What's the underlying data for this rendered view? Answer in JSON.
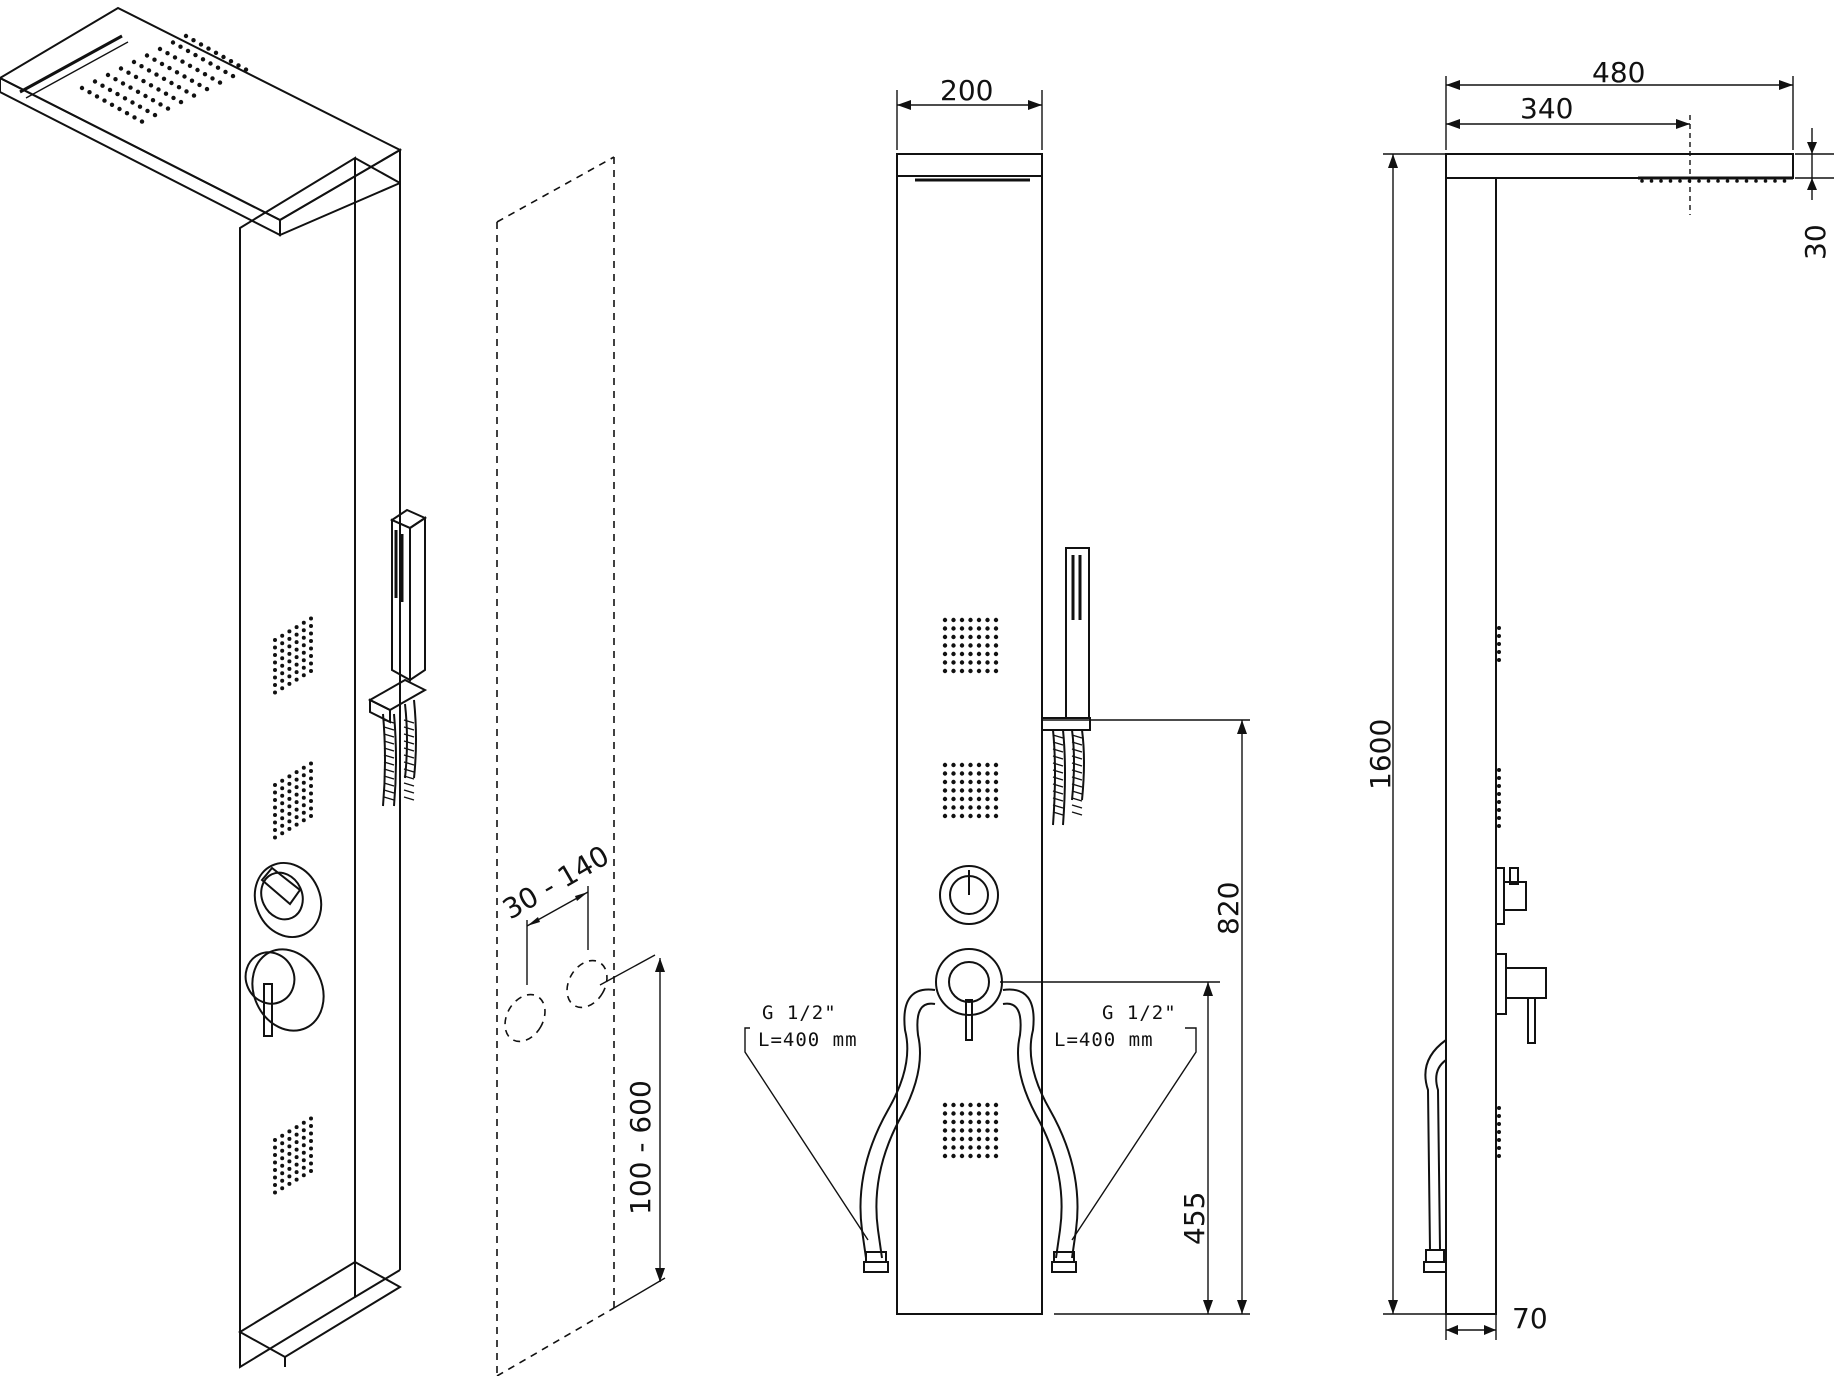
{
  "dimensions": {
    "panel_width": "200",
    "total_depth": "480",
    "head_offset": "340",
    "head_thickness": "30",
    "panel_height": "1600",
    "panel_depth": "70",
    "hand_shower_height": "820",
    "mixer_height": "455",
    "inlet_height_range": "100 - 600",
    "inlet_spacing_range": "30 - 140"
  },
  "hose_notes": {
    "left_thread": "G 1/2\"",
    "left_length": "L=400 mm",
    "right_thread": "G 1/2\"",
    "right_length": "L=400 mm"
  },
  "colors": {
    "line": "#111111",
    "background": "#ffffff"
  }
}
